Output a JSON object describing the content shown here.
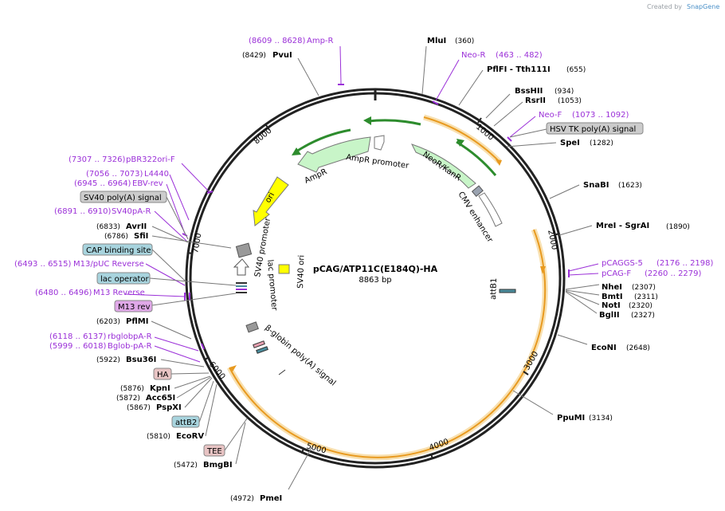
{
  "credit": {
    "text": "Created by",
    "brand": "SnapGene"
  },
  "plasmid": {
    "name": "pCAG/ATP11C(E184Q)-HA",
    "length": "8863 bp"
  },
  "ticks": [
    "1000",
    "2000",
    "3000",
    "4000",
    "5000",
    "6000",
    "7000",
    "8000"
  ],
  "sites_right": [
    {
      "name": "MluI",
      "pos": "(360)"
    },
    {
      "name": "PflFI  - Tth111I",
      "pos": "(655)"
    },
    {
      "name": "BssHII",
      "pos": "(934)"
    },
    {
      "name": "RsrII",
      "pos": "(1053)"
    },
    {
      "name": "SpeI",
      "pos": "(1282)"
    },
    {
      "name": "SnaBI",
      "pos": "(1623)"
    },
    {
      "name": "MreI  - SgrAI",
      "pos": "(1890)"
    },
    {
      "name": "NheI",
      "pos": "(2307)"
    },
    {
      "name": "BmtI",
      "pos": "(2311)"
    },
    {
      "name": "NotI",
      "pos": "(2320)"
    },
    {
      "name": "BglII",
      "pos": "(2327)"
    },
    {
      "name": "EcoNI",
      "pos": "(2648)"
    },
    {
      "name": "PpuMI",
      "pos": "(3134)"
    }
  ],
  "sites_left": [
    {
      "name": "PvuI",
      "pos": "(8429)"
    },
    {
      "name": "AvrII",
      "pos": "(6833)"
    },
    {
      "name": "SfiI",
      "pos": "(6786)"
    },
    {
      "name": "PflMI",
      "pos": "(6203)"
    },
    {
      "name": "Bsu36I",
      "pos": "(5922)"
    },
    {
      "name": "KpnI",
      "pos": "(5876)"
    },
    {
      "name": "Acc65I",
      "pos": "(5872)"
    },
    {
      "name": "PspXI",
      "pos": "(5867)"
    },
    {
      "name": "EcoRV",
      "pos": "(5810)"
    },
    {
      "name": "BmgBI",
      "pos": "(5472)"
    },
    {
      "name": "PmeI",
      "pos": "(4972)"
    }
  ],
  "primers_right": [
    {
      "name": "Neo-R",
      "range": "(463 .. 482)"
    },
    {
      "name": "Neo-F",
      "range": "(1073 .. 1092)"
    },
    {
      "name": "pCAGGS-5",
      "range": "(2176 .. 2198)"
    },
    {
      "name": "pCAG-F",
      "range": "(2260 .. 2279)"
    }
  ],
  "primers_left": [
    {
      "name": "Amp-R",
      "range": "(8609 .. 8628)"
    },
    {
      "name": "pBR322ori-F",
      "range": "(7307 .. 7326)"
    },
    {
      "name": "L4440",
      "range": "(7056 .. 7073)"
    },
    {
      "name": "EBV-rev",
      "range": "(6945 .. 6964)"
    },
    {
      "name": "SV40pA-R",
      "range": "(6891 .. 6910)"
    },
    {
      "name": "M13/pUC Reverse",
      "range": "(6493 .. 6515)"
    },
    {
      "name": "M13 Reverse",
      "range": "(6480 .. 6496)"
    },
    {
      "name": "rbglobpA-R",
      "range": "(6118 .. 6137)"
    },
    {
      "name": "Bglob-pA-R",
      "range": "(5999 .. 6018)"
    }
  ],
  "boxed_features": [
    {
      "name": "HSV TK poly(A) signal",
      "color": "#cccccc"
    },
    {
      "name": "SV40 poly(A) signal",
      "color": "#cccccc"
    },
    {
      "name": "CAP binding site",
      "color": "#a8d4de"
    },
    {
      "name": "lac operator",
      "color": "#a8d4de"
    },
    {
      "name": "M13 rev",
      "color": "#e0a8e8"
    },
    {
      "name": "HA",
      "color": "#e8c4c4"
    },
    {
      "name": "attB2",
      "color": "#a8d4de"
    },
    {
      "name": "TEE",
      "color": "#e8c4c4"
    }
  ],
  "features_inner": [
    {
      "name": "AmpR",
      "color": "#c8f5c8"
    },
    {
      "name": "AmpR promoter",
      "color": "#ffffff"
    },
    {
      "name": "NeoR/KanR",
      "color": "#c8f5c8"
    },
    {
      "name": "CMV enhancer",
      "color": "#ffffff"
    },
    {
      "name": "ori",
      "color": "#ffff00"
    },
    {
      "name": "SV40 promoter",
      "color": "#ffffff"
    },
    {
      "name": "SV40 ori",
      "color": "#ffff00"
    },
    {
      "name": "lac promoter",
      "color": "#ffffff"
    },
    {
      "name": "β-globin poly(A) signal",
      "color": "#999999"
    },
    {
      "name": "attB1",
      "color": "#4a8c9c"
    }
  ],
  "colors": {
    "orf": "#f0a830",
    "green_arrow": "#2d8c2d",
    "primer": "#9b30d8",
    "backbone": "#222222"
  }
}
